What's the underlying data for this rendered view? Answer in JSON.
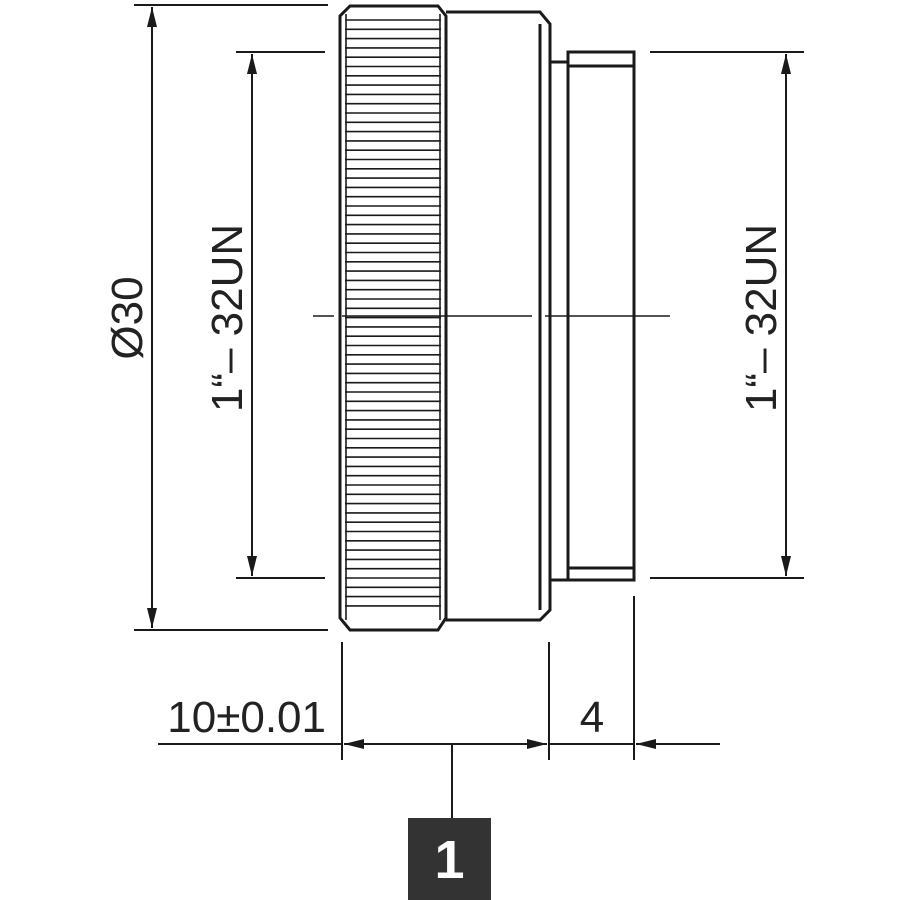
{
  "dimensions": {
    "outer_diameter": "Ø30",
    "thread_left": "1“– 32UN",
    "thread_right": "1“– 32UN",
    "length_main": "10±0.01",
    "length_step": "4"
  },
  "callout": {
    "number": "1"
  },
  "colors": {
    "line": "#1a1a1a",
    "callout_fill": "#333333",
    "callout_text": "#ffffff"
  }
}
